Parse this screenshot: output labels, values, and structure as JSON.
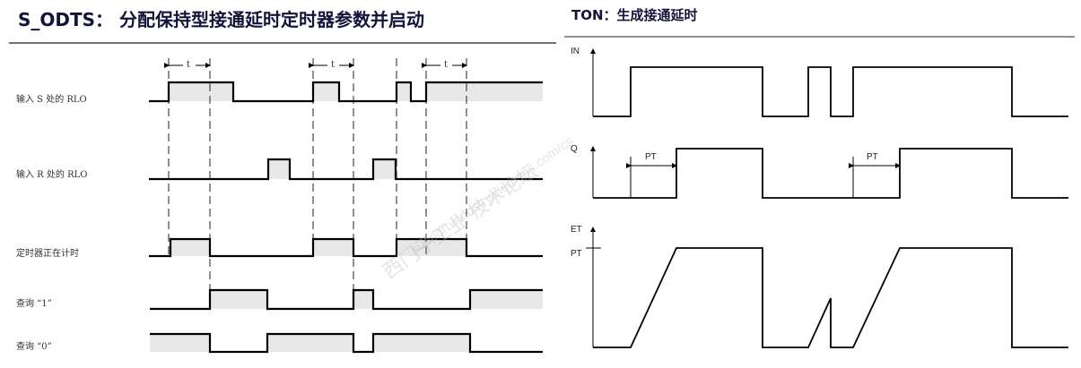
{
  "left": {
    "title": "S_ODTS： 分配保持型接通延时定时器参数并启动",
    "time_marker": "t",
    "signals": [
      {
        "label": "输入 S 处的 RLO"
      },
      {
        "label": "输入 R 处的 RLO"
      },
      {
        "label": "定时器正在计时"
      },
      {
        "label": "查询 “1”"
      },
      {
        "label": "查询 “0”"
      }
    ]
  },
  "right": {
    "title": "TON：生成接通延时",
    "signals": {
      "in": "IN",
      "q": "Q",
      "et": "ET"
    },
    "pt_label": "PT"
  },
  "watermark": {
    "line1": "西门子工业 技术论坛",
    "line2": "support.industry.siemens.com/cs"
  }
}
